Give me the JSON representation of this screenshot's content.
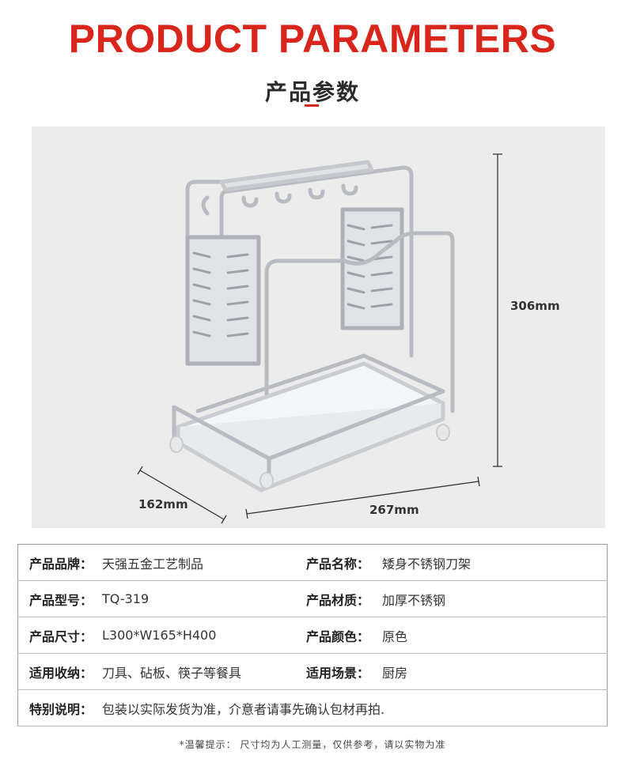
{
  "header": {
    "title": "PRODUCT PARAMETERS",
    "subtitle": "产品参数"
  },
  "dimensions": {
    "height": "306mm",
    "depth": "162mm",
    "length": "267mm"
  },
  "specs": {
    "brand_label": "产品品牌：",
    "brand_value": "天强五金工艺制品",
    "name_label": "产品名称：",
    "name_value": "矮身不锈钢刀架",
    "model_label": "产品型号：",
    "model_value": "TQ-319",
    "material_label": "产品材质：",
    "material_value": "加厚不锈钢",
    "size_label": "产品尺寸：",
    "size_value": "L300*W165*H400",
    "color_label": "产品颜色：",
    "color_value": "原色",
    "storage_label": "适用收纳：",
    "storage_value": "刀具、砧板、筷子等餐具",
    "scene_label": "适用场景：",
    "scene_value": "厨房",
    "note_label": "特别说明：",
    "note_value": "包装以实际发货为准，介意者请事先确认包材再拍."
  },
  "footnote": "*温馨提示：  尺寸均为人工测量，仅供参考，请以实物为准",
  "colors": {
    "accent": "#d9261c",
    "photo_bg": "#ececec"
  }
}
